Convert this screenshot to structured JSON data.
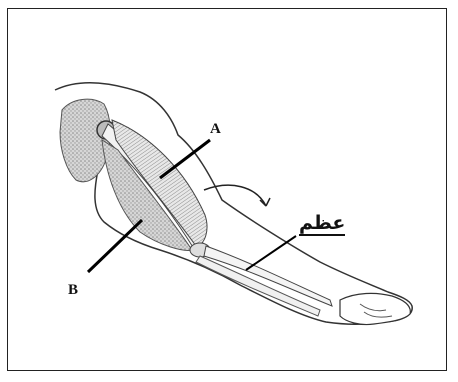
{
  "diagram": {
    "labels": {
      "a": "A",
      "b": "B",
      "bone": "عظم"
    }
  }
}
